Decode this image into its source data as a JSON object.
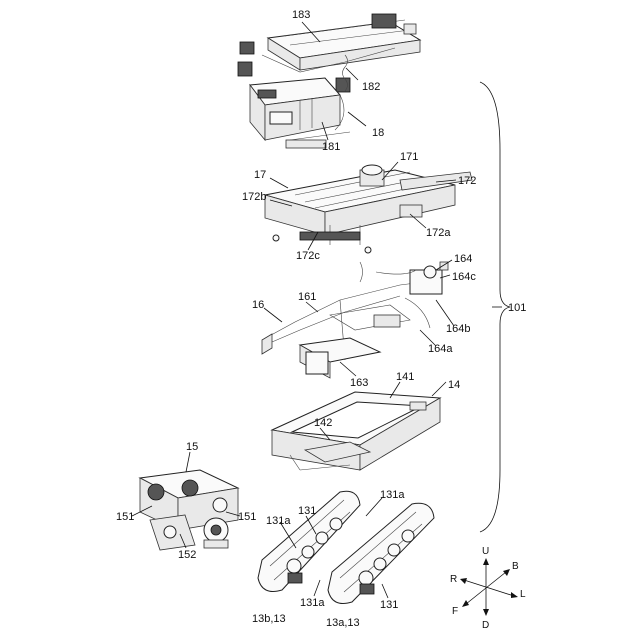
{
  "labels": {
    "l183": "183",
    "l182": "182",
    "l18": "18",
    "l181": "181",
    "l171": "171",
    "l17": "17",
    "l172": "172",
    "l172b": "172b",
    "l172a": "172a",
    "l172c": "172c",
    "l164": "164",
    "l164c": "164c",
    "l16": "16",
    "l161": "161",
    "l164b": "164b",
    "l101": "101",
    "l164a": "164a",
    "l163": "163",
    "l141": "141",
    "l14": "14",
    "l142": "142",
    "l15": "15",
    "l151a": "151",
    "l151b": "151",
    "l152": "152",
    "l131a_top": "131a",
    "l131_top": "131",
    "l131a_left": "131a",
    "l131a_mid": "131a",
    "l131_bottom": "131",
    "l13b13": "13b,13",
    "l13a13": "13a,13"
  },
  "directions": {
    "up": "U",
    "down": "D",
    "right": "R",
    "left": "L",
    "back": "B",
    "front": "F"
  }
}
